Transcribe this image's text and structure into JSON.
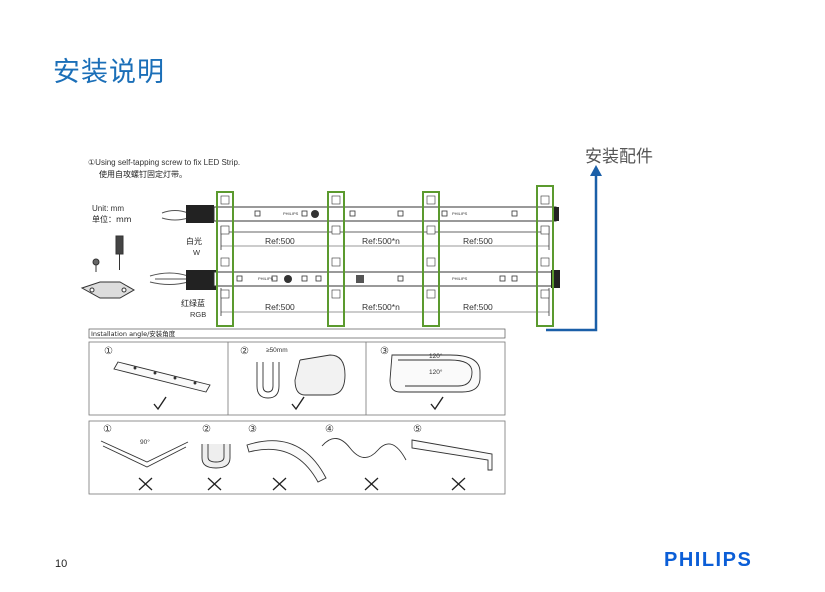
{
  "page": {
    "title": "安装说明",
    "page_number": "10",
    "logo_text": "PHILIPS",
    "callout_label": "安装配件"
  },
  "instructions": {
    "step1_en": "①Using self-tapping screw to fix LED Strip.",
    "step1_zh": "使用自攻螺钉固定灯带。",
    "unit_en": "Unit: mm",
    "unit_zh": "单位：mm"
  },
  "strips": {
    "white_zh": "白光",
    "white_en": "W",
    "rgb_zh": "红绿蓝",
    "rgb_en": "RGB",
    "dim_ref": "Ref:500",
    "dim_ref_n": "Ref:500*n",
    "brand_mark": "PHILIPS"
  },
  "installation": {
    "header": "Installation angle/安装角度",
    "ok_marks": [
      "①",
      "②",
      "③"
    ],
    "bad_marks": [
      "①",
      "②",
      "③",
      "④",
      "⑤"
    ],
    "dim_50": "≥50mm",
    "angle_90": "90°",
    "angle_120a": "120°",
    "angle_120b": "120°"
  },
  "colors": {
    "title": "#1b6fb8",
    "clip_green": "#5b9a2e",
    "arrow_blue": "#1a5fa8",
    "logo_blue": "#0b5ed7"
  }
}
